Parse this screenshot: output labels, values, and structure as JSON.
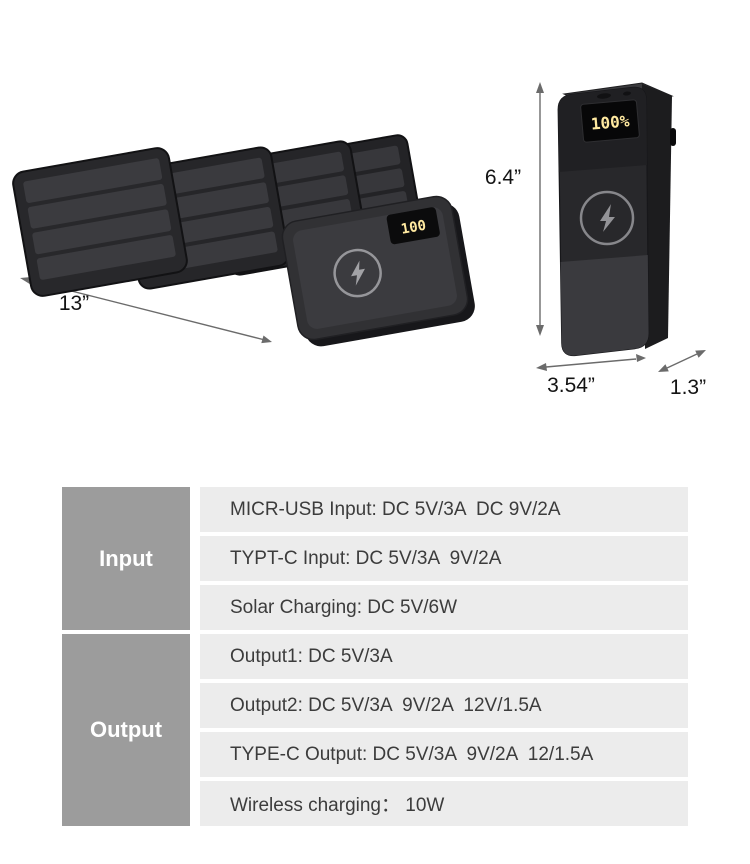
{
  "hero": {
    "solar_device": {
      "length_label": "13”",
      "display_value": "100"
    },
    "powerbank": {
      "height_label": "6.4”",
      "width_label": "3.54”",
      "depth_label": "1.3”",
      "display_value": "100%"
    }
  },
  "spec_table": {
    "sections": [
      {
        "label": "Input",
        "rows": [
          "MICR-USB Input: DC 5V/3A  DC 9V/2A",
          "TYPT-C Input: DC 5V/3A  9V/2A",
          "Solar Charging: DC 5V/6W"
        ]
      },
      {
        "label": "Output",
        "rows": [
          "Output1: DC 5V/3A",
          "Output2: DC 5V/3A  9V/2A  12V/1.5A",
          "TYPE-C Output: DC 5V/3A  9V/2A  12/1.5A",
          "Wireless charging： 10W"
        ]
      }
    ]
  },
  "colors": {
    "section_label_bg": "#9c9c9c",
    "section_label_text": "#ffffff",
    "row_bg": "#ececec",
    "row_text": "#3c3c3c",
    "device_body": "#2c2c2f",
    "led_digits": "#ffe9a0"
  }
}
